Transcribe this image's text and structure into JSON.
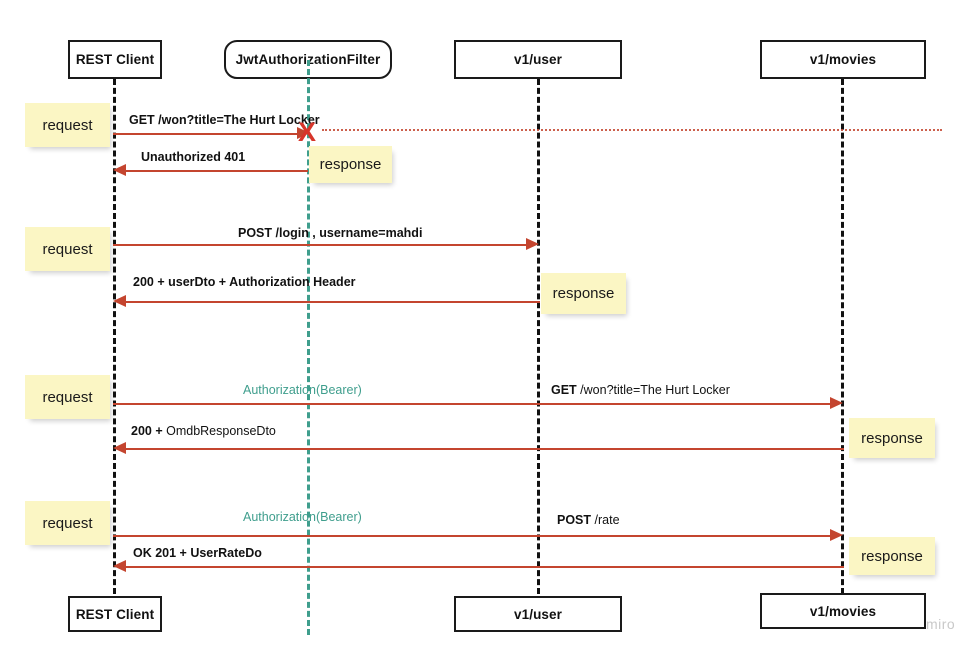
{
  "diagram": {
    "title": "REST API JWT authorization sequence diagram",
    "colors": {
      "arrow_red": "#c4452f",
      "lifeline_teal": "#3f9e8d",
      "lifeline_dark": "#111111",
      "sticky_yellow": "#fbf6c4",
      "x_marker_red": "#d7352a",
      "box_border": "#1a1a1a",
      "background": "#ffffff"
    },
    "watermark": "miro"
  },
  "participants_top": [
    {
      "label": "REST Client",
      "shape": "rect"
    },
    {
      "label": "JwtAuthorizationFilter",
      "shape": "rounded-rect"
    },
    {
      "label": "v1/user",
      "shape": "rect"
    },
    {
      "label": "v1/movies",
      "shape": "rect"
    }
  ],
  "participants_bottom": [
    {
      "label": "REST Client",
      "shape": "rect"
    },
    {
      "label": "v1/user",
      "shape": "rect"
    },
    {
      "label": "v1/movies",
      "shape": "rect"
    }
  ],
  "notes": [
    {
      "label": "request",
      "group": 1
    },
    {
      "label": "response",
      "group": 1
    },
    {
      "label": "request",
      "group": 2
    },
    {
      "label": "response",
      "group": 2
    },
    {
      "label": "request",
      "group": 3
    },
    {
      "label": "response",
      "group": 3
    },
    {
      "label": "request",
      "group": 4
    },
    {
      "label": "response",
      "group": 4
    }
  ],
  "messages": [
    {
      "id": "m1",
      "group": 1,
      "from": "REST Client",
      "to": "JwtAuthorizationFilter",
      "direction": "right",
      "label_bold": "GET /won?title=The Hurt Locker",
      "label_regular": "",
      "blocked": true,
      "blocked_marker": "X"
    },
    {
      "id": "m2",
      "group": 1,
      "from": "JwtAuthorizationFilter",
      "to": "REST Client",
      "direction": "left",
      "label_bold": "Unauthorized 401",
      "label_regular": ""
    },
    {
      "id": "m3",
      "group": 2,
      "from": "REST Client",
      "to": "v1/user",
      "direction": "right",
      "label_bold": "POST /login , username=mahdi",
      "label_regular": ""
    },
    {
      "id": "m4",
      "group": 2,
      "from": "v1/user",
      "to": "REST Client",
      "direction": "left",
      "label_bold": "200  + userDto + Authorization Header",
      "label_regular": ""
    },
    {
      "id": "m5",
      "group": 3,
      "from": "REST Client",
      "to": "v1/movies",
      "direction": "right",
      "label_auth": "Authorization(Bearer)",
      "label_bold": "GET ",
      "label_regular": "/won?title=The Hurt Locker"
    },
    {
      "id": "m6",
      "group": 3,
      "from": "v1/movies",
      "to": "REST Client",
      "direction": "left",
      "label_bold": "200 + ",
      "label_regular": "OmdbResponseDto"
    },
    {
      "id": "m7",
      "group": 4,
      "from": "REST Client",
      "to": "v1/movies",
      "direction": "right",
      "label_auth": "Authorization(Bearer)",
      "label_bold": "POST ",
      "label_regular": "/rate"
    },
    {
      "id": "m8",
      "group": 4,
      "from": "v1/movies",
      "to": "REST Client",
      "direction": "left",
      "label_bold": "OK 201 + UserRateDo",
      "label_regular": ""
    }
  ]
}
